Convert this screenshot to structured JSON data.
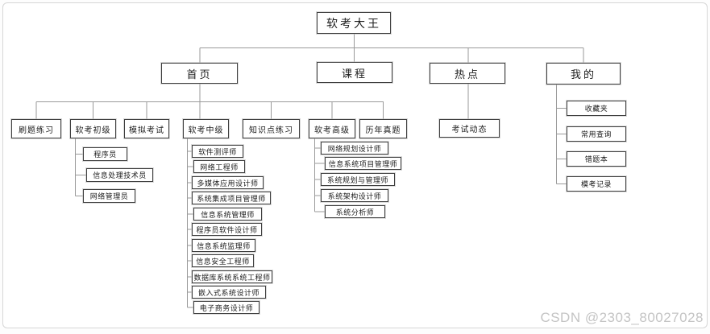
{
  "colors": {
    "box_border": "#3f3f3f",
    "connector_line": "#9a9a9a",
    "text": "#1c1c1c",
    "watermark": "#c4c4c4"
  },
  "watermark": "CSDN @2303_80027028",
  "tree": {
    "label": "软考大王",
    "children": [
      {
        "label": "首页",
        "children": [
          {
            "label": "刷题练习"
          },
          {
            "label": "软考初级",
            "children": [
              {
                "label": "程序员"
              },
              {
                "label": "信息处理技术员"
              },
              {
                "label": "网络管理员"
              }
            ]
          },
          {
            "label": "模拟考试"
          },
          {
            "label": "软考中级",
            "children": [
              {
                "label": "软件测评师"
              },
              {
                "label": "网络工程师"
              },
              {
                "label": "多媒体应用设计师"
              },
              {
                "label": "系统集成项目管理师"
              },
              {
                "label": "信息系统管理师"
              },
              {
                "label": "程序员软件设计师"
              },
              {
                "label": "信息系统监理师"
              },
              {
                "label": "信息安全工程师"
              },
              {
                "label": "数据库系统系统工程师"
              },
              {
                "label": "嵌入式系统设计师"
              },
              {
                "label": "电子商务设计师"
              }
            ]
          },
          {
            "label": "知识点练习"
          },
          {
            "label": "软考高级",
            "children": [
              {
                "label": "网络规划设计师"
              },
              {
                "label": "信息系统项目管理师"
              },
              {
                "label": "系统规划与管理师"
              },
              {
                "label": "系统架构设计师"
              },
              {
                "label": "系统分析师"
              }
            ]
          },
          {
            "label": "历年真题"
          }
        ]
      },
      {
        "label": "课程"
      },
      {
        "label": "热点",
        "children": [
          {
            "label": "考试动态"
          }
        ]
      },
      {
        "label": "我的",
        "children": [
          {
            "label": "收藏夹"
          },
          {
            "label": "常用查询"
          },
          {
            "label": "错题本"
          },
          {
            "label": "模考记录"
          }
        ]
      }
    ]
  }
}
